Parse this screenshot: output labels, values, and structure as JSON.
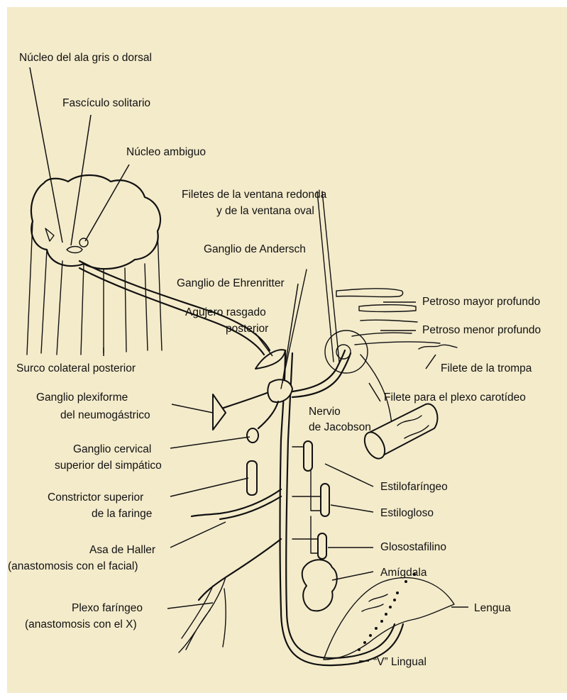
{
  "colors": {
    "background": "#f4ebcb",
    "ink": "#111111"
  },
  "labels": {
    "nucleo_ala_gris": "Núcleo del ala gris o dorsal",
    "fasciculo_solitario": "Fascículo solitario",
    "nucleo_ambiguo": "Núcleo ambiguo",
    "filetes_ventana_1": "Filetes de la ventana redonda",
    "filetes_ventana_2": "y de la ventana oval",
    "ganglio_andersch": "Ganglio de Andersch",
    "ganglio_ehrenritter": "Ganglio de Ehrenritter",
    "agujero_rasgado_1": "Agujero rasgado",
    "agujero_rasgado_2": "posterior",
    "petroso_mayor": "Petroso mayor profundo",
    "petroso_menor": "Petroso menor profundo",
    "filete_trompa": "Filete de la trompa",
    "surco_colateral": "Surco colateral posterior",
    "filete_plexo_carotideo": "Filete para el plexo carotídeo",
    "ganglio_plexiforme_1": "Ganglio plexiforme",
    "ganglio_plexiforme_2": "del neumogástrico",
    "nervio_jacobson_1": "Nervio",
    "nervio_jacobson_2": "de Jacobson",
    "ganglio_cervical_1": "Ganglio cervical",
    "ganglio_cervical_2": "superior del simpático",
    "estilofaringeo": "Estilofaríngeo",
    "constrictor_1": "Constrictor superior",
    "constrictor_2": "de la faringe",
    "estilogloso": "Estilogloso",
    "asa_haller_1": "Asa de Haller",
    "asa_haller_2": "(anastomosis con el facial)",
    "glosostafilino": "Glosostafilino",
    "amigdala": "Amígdala",
    "plexo_faringeo_1": "Plexo faríngeo",
    "plexo_faringeo_2": "(anastomosis con el X)",
    "lengua": "Lengua",
    "v_lingual": "“V” Lingual"
  }
}
